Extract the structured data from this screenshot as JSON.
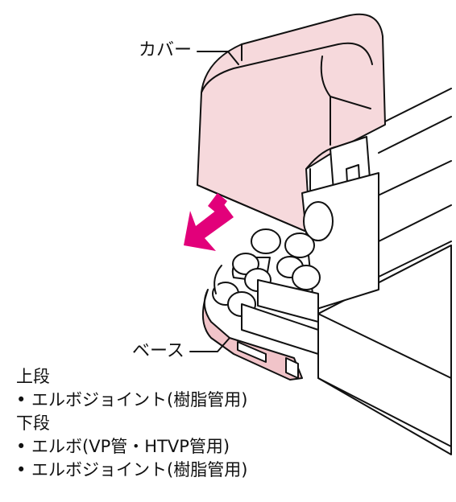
{
  "labels": {
    "cover": "カバー",
    "base": "ベース"
  },
  "notes": {
    "upper_heading": "上段",
    "upper_items": [
      "• エルボジョイント(樹脂管用)"
    ],
    "lower_heading": "下段",
    "lower_items": [
      "• エルボ(VP管・HTVP管用)",
      "• エルボジョイント(樹脂管用)"
    ]
  },
  "colors": {
    "cover_fill": "#f6d9dc",
    "base_fill": "#f1c4c9",
    "arrow": "#e2007a",
    "line": "#111111"
  },
  "icons": [
    "direction-arrow-icon"
  ]
}
